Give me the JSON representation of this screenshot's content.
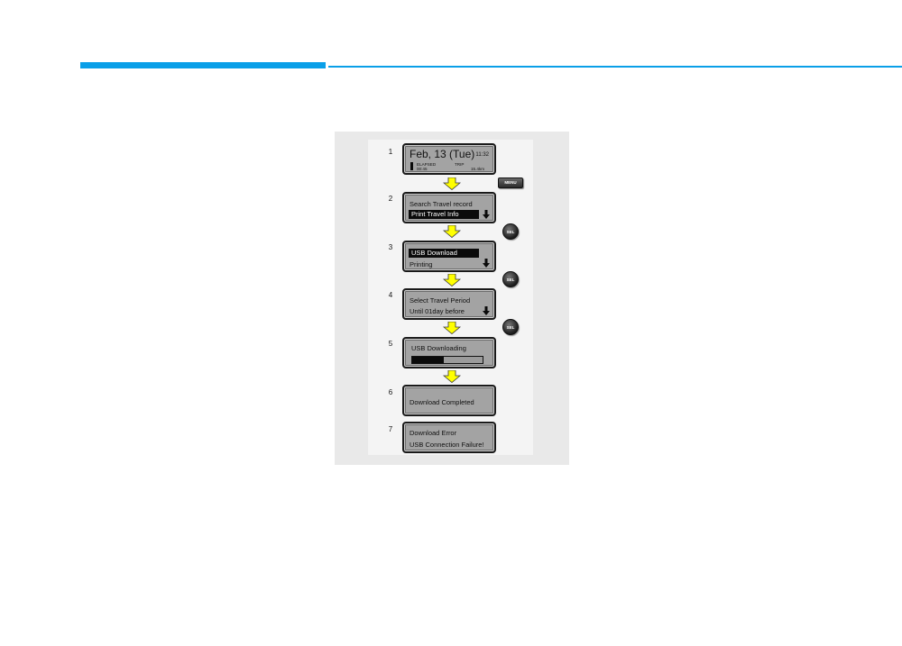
{
  "steps": [
    {
      "number": "1",
      "date": "Feb, 13 (Tue)",
      "time": "11:32",
      "elapsed_label": "ELAPSED",
      "elapsed_value": "00:45",
      "trip_label": "TRIP",
      "trip_value": "15.4km"
    },
    {
      "number": "2",
      "line1": "Search Travel record",
      "line2": "Print Travel Info"
    },
    {
      "number": "3",
      "line1": "USB Download",
      "line2": "Printing"
    },
    {
      "number": "4",
      "line1": "Select Travel Period",
      "line2": "Until 01day before"
    },
    {
      "number": "5",
      "line1": "USB Downloading",
      "progress_percent": 45
    },
    {
      "number": "6",
      "line1": "Download Completed"
    },
    {
      "number": "7",
      "line1": "Download Error",
      "line2": "USB Connection Failure!"
    }
  ],
  "buttons": {
    "menu": "MENU",
    "select": "SEL"
  },
  "colors": {
    "accent_rule": "#0a9fe8",
    "flow_arrow": "#ffff00",
    "screen": "#a3a3a3"
  }
}
